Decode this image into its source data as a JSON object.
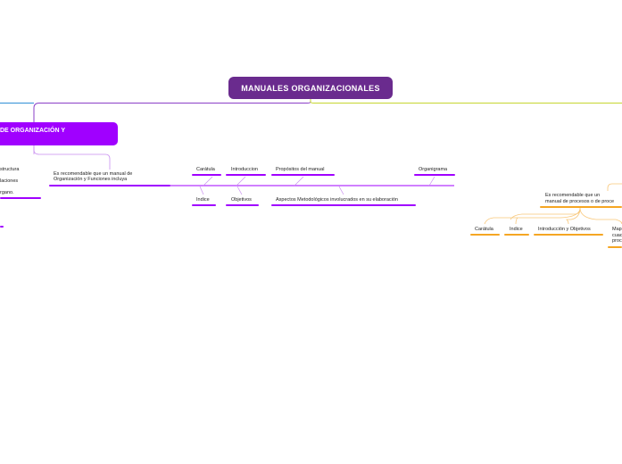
{
  "root": {
    "title": "MANUALES ORGANIZACIONALES"
  },
  "main_topic": {
    "title": "DE ORGANIZACIÓN Y"
  },
  "left_branch": {
    "items": [
      "structura",
      "laciones",
      "rgano."
    ]
  },
  "org_manual": {
    "intro_line1": "Es recomendable que un manual de",
    "intro_line2": "Organización y Funciones incluya",
    "items": {
      "caratula": "Carátula",
      "introduccion": "Introduccion",
      "propositos": "Propósitos del manual",
      "organigrama": "Organigrama",
      "indice": "Indice",
      "objetivos": "Objetivos",
      "aspectos": "Aspectos Metodológicos involucrados en su elaboración"
    }
  },
  "process_manual": {
    "intro_line1": "Es recomendable que un",
    "intro_line2": "manual de procesos o de proce",
    "items": {
      "caratula": "Carátula",
      "indice": "Indice",
      "intro_obj": "Introducción y Objetivos",
      "mapa_line1": "Map",
      "mapa_line2": "cuad",
      "mapa_line3": "proc"
    }
  },
  "colors": {
    "root": "#6a2b8e",
    "main_topic": "#a000ff",
    "purple_branch": "#a000ff",
    "orange_branch": "#f5a623",
    "yellow_green_branch": "#c6d630",
    "blue_branch": "#2f8fd6"
  }
}
